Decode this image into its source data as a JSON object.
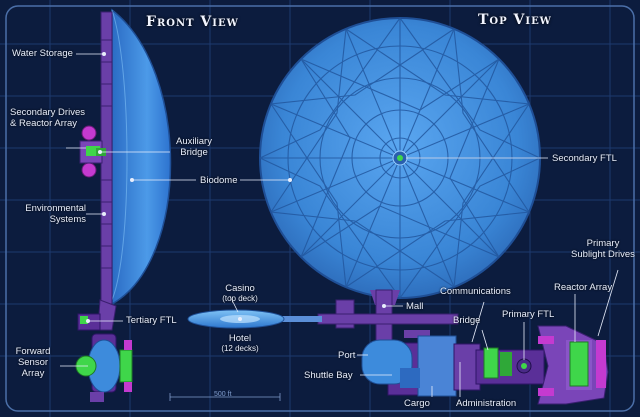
{
  "headings": {
    "front": "Front View",
    "top": "Top View"
  },
  "labels": {
    "water_storage": "Water Storage",
    "secondary_drives_line1": "Secondary Drives",
    "secondary_drives_line2": "& Reactor Array",
    "auxiliary_bridge_line1": "Auxiliary",
    "auxiliary_bridge_line2": "Bridge",
    "biodome": "Biodome",
    "environmental_line1": "Environmental",
    "environmental_line2": "Systems",
    "secondary_ftl": "Secondary FTL",
    "casino": "Casino",
    "casino_sub": "(top deck)",
    "tertiary_ftl": "Tertiary FTL",
    "hotel": "Hotel",
    "hotel_sub": "(12 decks)",
    "forward_sensor_line1": "Forward",
    "forward_sensor_line2": "Sensor",
    "forward_sensor_line3": "Array",
    "mall": "Mall",
    "communications": "Communications",
    "bridge": "Bridge",
    "primary_ftl": "Primary FTL",
    "reactor_array": "Reactor Array",
    "primary_sublight_line1": "Primary",
    "primary_sublight_line2": "Sublight Drives",
    "port": "Port",
    "shuttle_bay": "Shuttle Bay",
    "cargo": "Cargo",
    "administration": "Administration"
  },
  "scale_label": "500 ft",
  "colors": {
    "background": "#0c1c3e",
    "grid": "#1d3a6e",
    "dome": "#3d8bdc",
    "hull": "#6a3fa8",
    "accent_green": "#3fd64a",
    "accent_magenta": "#c43ad0"
  }
}
